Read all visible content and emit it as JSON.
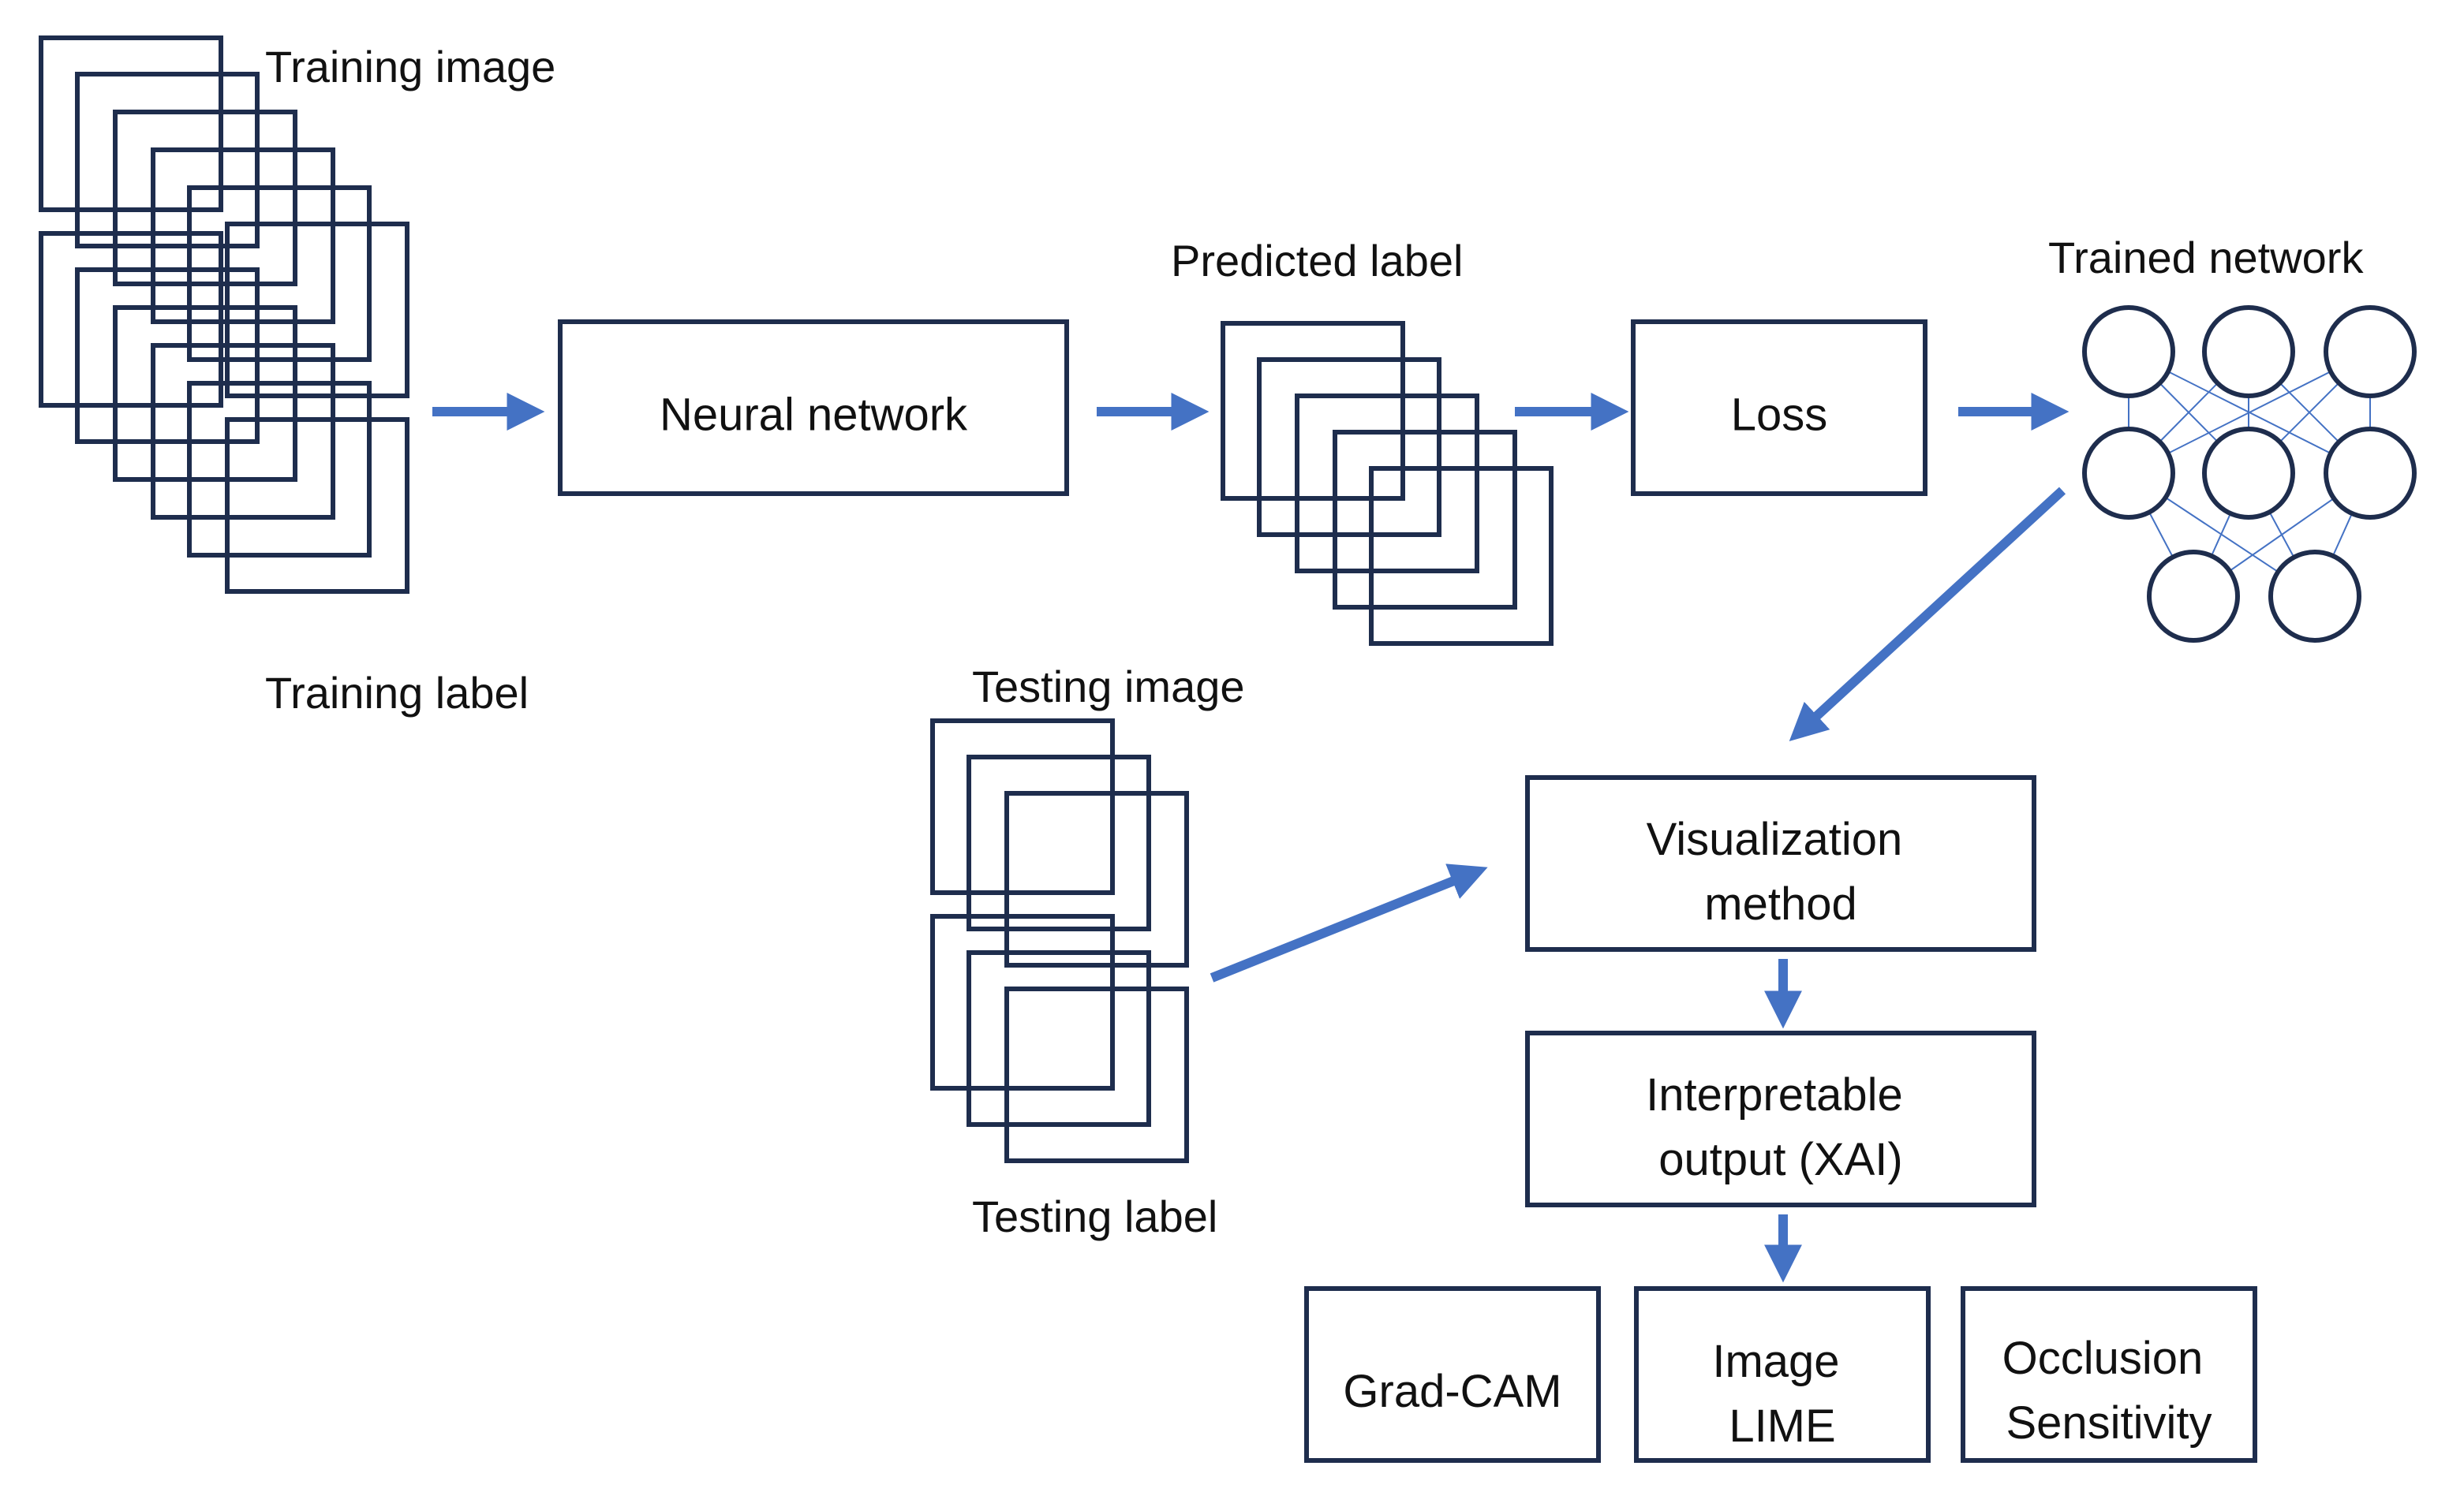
{
  "colors": {
    "box_stroke": "#1e2d4d",
    "arrow": "#4472c4",
    "text": "#111111",
    "background": "#ffffff"
  },
  "labels": {
    "training_image": "Training image",
    "training_label": "Training label",
    "predicted_label": "Predicted label",
    "trained_network": "Trained network",
    "testing_image": "Testing image",
    "testing_label": "Testing label"
  },
  "boxes": {
    "neural_network": "Neural network",
    "loss": "Loss",
    "visualization_method": [
      "Visualization",
      "method"
    ],
    "interpretable_output": [
      "Interpretable",
      "output (XAI)"
    ]
  },
  "methods": [
    {
      "lines": [
        "Grad-CAM"
      ]
    },
    {
      "lines": [
        "Image",
        "LIME"
      ]
    },
    {
      "lines": [
        "Occlusion",
        "Sensitivity"
      ]
    }
  ],
  "network_layers": [
    3,
    3,
    2
  ]
}
